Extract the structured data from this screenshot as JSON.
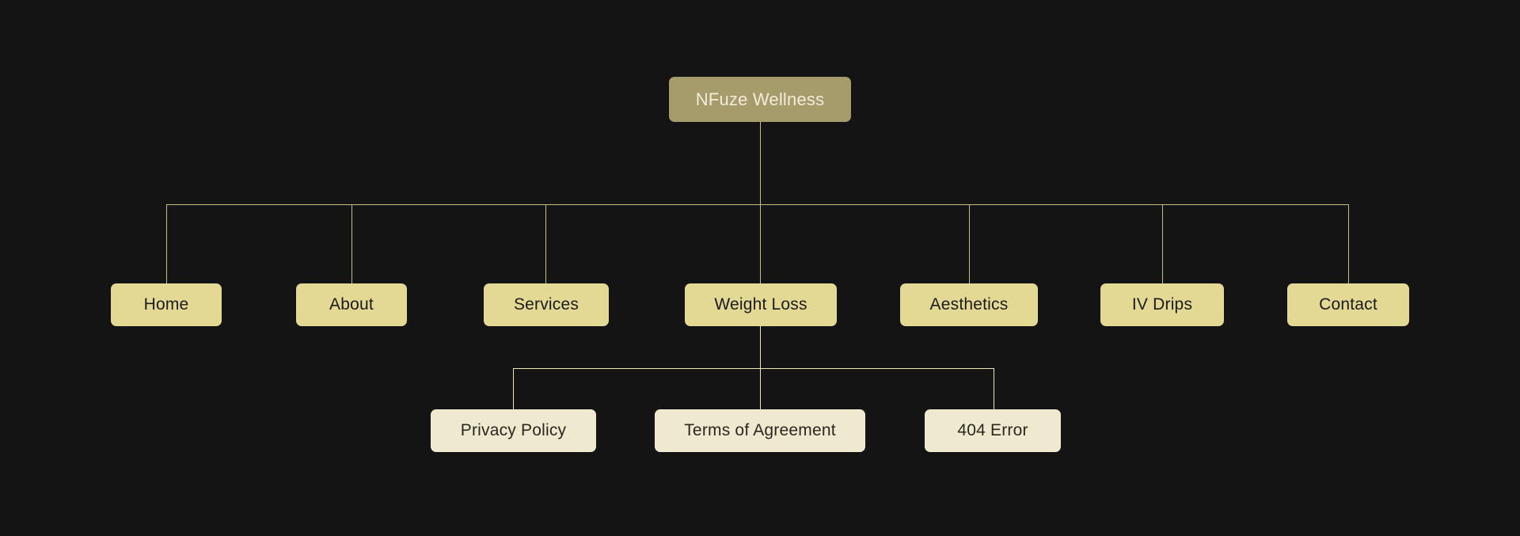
{
  "diagram": {
    "type": "sitemap-tree",
    "background_color": "#141414",
    "connector_color": "#c9bd86",
    "connector_color_level3": "#efe6b4",
    "root": {
      "label": "NFuze Wellness",
      "background_color": "#a59b6b",
      "text_color": "#f2ecd9"
    },
    "level2_style": {
      "background_color": "#e3d894",
      "text_color": "#1b1b1b"
    },
    "level3_style": {
      "background_color": "#efeacf",
      "text_color": "#2a2721"
    },
    "level2": [
      {
        "label": "Home"
      },
      {
        "label": "About"
      },
      {
        "label": "Services"
      },
      {
        "label": "Weight Loss"
      },
      {
        "label": "Aesthetics"
      },
      {
        "label": "IV Drips"
      },
      {
        "label": "Contact"
      }
    ],
    "level3": [
      {
        "label": "Privacy Policy"
      },
      {
        "label": "Terms of Agreement"
      },
      {
        "label": "404 Error"
      }
    ]
  }
}
